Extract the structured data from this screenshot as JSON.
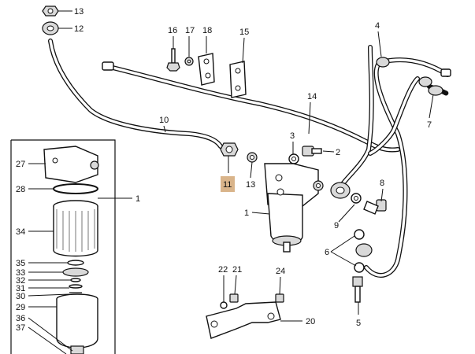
{
  "callouts": {
    "c13a": "13",
    "c12": "12",
    "c16": "16",
    "c17": "17",
    "c18": "18",
    "c15": "15",
    "c4": "4",
    "c7": "7",
    "c14": "14",
    "c10": "10",
    "c3": "3",
    "c2": "2",
    "c11": "11",
    "c13b": "13",
    "c1a": "1",
    "c1b": "1",
    "c8": "8",
    "c9": "9",
    "c6": "6",
    "c5": "5",
    "c22": "22",
    "c21": "21",
    "c24": "24",
    "c20": "20",
    "c27": "27",
    "c28": "28",
    "c34": "34",
    "c35": "35",
    "c33": "33",
    "c32": "32",
    "c31": "31",
    "c30": "30",
    "c29": "29",
    "c36": "36",
    "c37": "37"
  },
  "highlight_color": "#d9b48a"
}
